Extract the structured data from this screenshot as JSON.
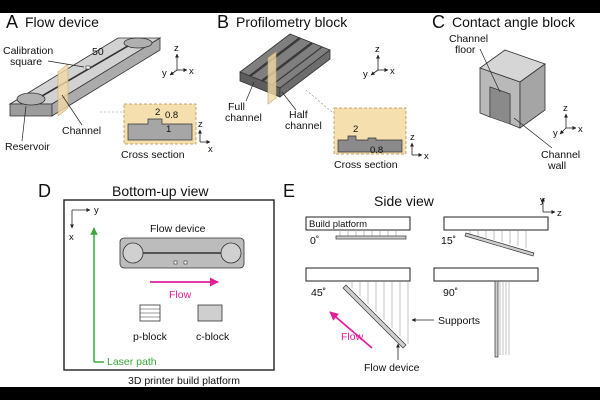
{
  "colors": {
    "background": "#ffffff",
    "device_gray": "#bcbcbc",
    "block_gray": "#8f8f8f",
    "plane_tan": "#f3d9a8",
    "flow_magenta": "#e0219a",
    "laser_green": "#3aa83a",
    "support_gray": "#9a9a9a"
  },
  "panel_a": {
    "letter": "A",
    "title": "Flow device",
    "dim_50": "50",
    "calibration_label_1": "Calibration",
    "calibration_label_2": "square",
    "channel_label": "Channel",
    "reservoir_label": "Reservoir",
    "cross_section_label": "Cross section",
    "dim_2": "2",
    "dim_08": "0.8",
    "dim_1": "1",
    "axes": {
      "x": "x",
      "y": "y",
      "z": "z"
    }
  },
  "panel_b": {
    "letter": "B",
    "title": "Profilometry block",
    "full_channel_1": "Full",
    "full_channel_2": "channel",
    "half_channel_1": "Half",
    "half_channel_2": "channel",
    "cross_section_label": "Cross section",
    "dim_2": "2",
    "dim_08": "0.8",
    "axes": {
      "x": "x",
      "y": "y",
      "z": "z"
    }
  },
  "panel_c": {
    "letter": "C",
    "title": "Contact angle block",
    "floor_1": "Channel",
    "floor_2": "floor",
    "wall_1": "Channel",
    "wall_2": "wall",
    "axes": {
      "x": "x",
      "y": "y",
      "z": "z"
    }
  },
  "panel_d": {
    "letter": "D",
    "title": "Bottom-up view",
    "flow_device_label": "Flow device",
    "flow_label": "Flow",
    "p_block_label": "p-block",
    "c_block_label": "c-block",
    "laser_label": "Laser path",
    "platform_label": "3D printer build platform",
    "axes": {
      "x": "x",
      "y": "y"
    }
  },
  "panel_e": {
    "letter": "E",
    "title": "Side view",
    "build_platform_label": "Build platform",
    "angles": [
      "0˚",
      "15˚",
      "45˚",
      "90˚"
    ],
    "supports_label": "Supports",
    "flow_label": "Flow",
    "flow_device_label": "Flow device",
    "axes": {
      "y": "y",
      "z": "z"
    }
  }
}
